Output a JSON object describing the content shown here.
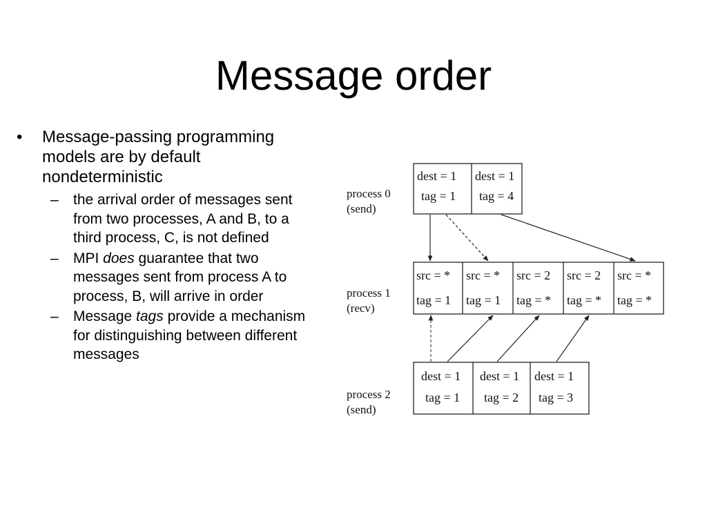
{
  "slide": {
    "title": "Message order"
  },
  "bullets": {
    "main": "Message-passing programming models are by default nondeterministic",
    "sub": [
      {
        "parts": [
          {
            "text": "the arrival order of messages   sent from two processes, A and B, to a third process, C, is not defined",
            "italic": false
          }
        ]
      },
      {
        "parts": [
          {
            "text": "MPI ",
            "italic": false
          },
          {
            "text": "does",
            "italic": true
          },
          {
            "text": " guarantee that two messages sent from process A to process, B, will arrive in order",
            "italic": false
          }
        ]
      },
      {
        "parts": [
          {
            "text": "Message ",
            "italic": false
          },
          {
            "text": "tags",
            "italic": true
          },
          {
            "text": " provide a mechanism for distinguishing between different messages",
            "italic": false
          }
        ]
      }
    ]
  },
  "diagram": {
    "process0": {
      "label": "process 0",
      "mode": "(send)",
      "cells": [
        {
          "dest": "dest = 1",
          "tag": "tag = 1"
        },
        {
          "dest": "dest = 1",
          "tag": "tag = 4"
        }
      ]
    },
    "process1": {
      "label": "process 1",
      "mode": "(recv)",
      "cells": [
        {
          "src": "src = *",
          "tag": "tag = 1"
        },
        {
          "src": "src = *",
          "tag": "tag = 1"
        },
        {
          "src": "src = 2",
          "tag": "tag = *"
        },
        {
          "src": "src = 2",
          "tag": "tag = *"
        },
        {
          "src": "src = *",
          "tag": "tag = *"
        }
      ]
    },
    "process2": {
      "label": "process 2",
      "mode": "(send)",
      "cells": [
        {
          "dest": "dest = 1",
          "tag": "tag = 1"
        },
        {
          "dest": "dest = 1",
          "tag": "tag = 2"
        },
        {
          "dest": "dest = 1",
          "tag": "tag = 3"
        }
      ]
    }
  }
}
